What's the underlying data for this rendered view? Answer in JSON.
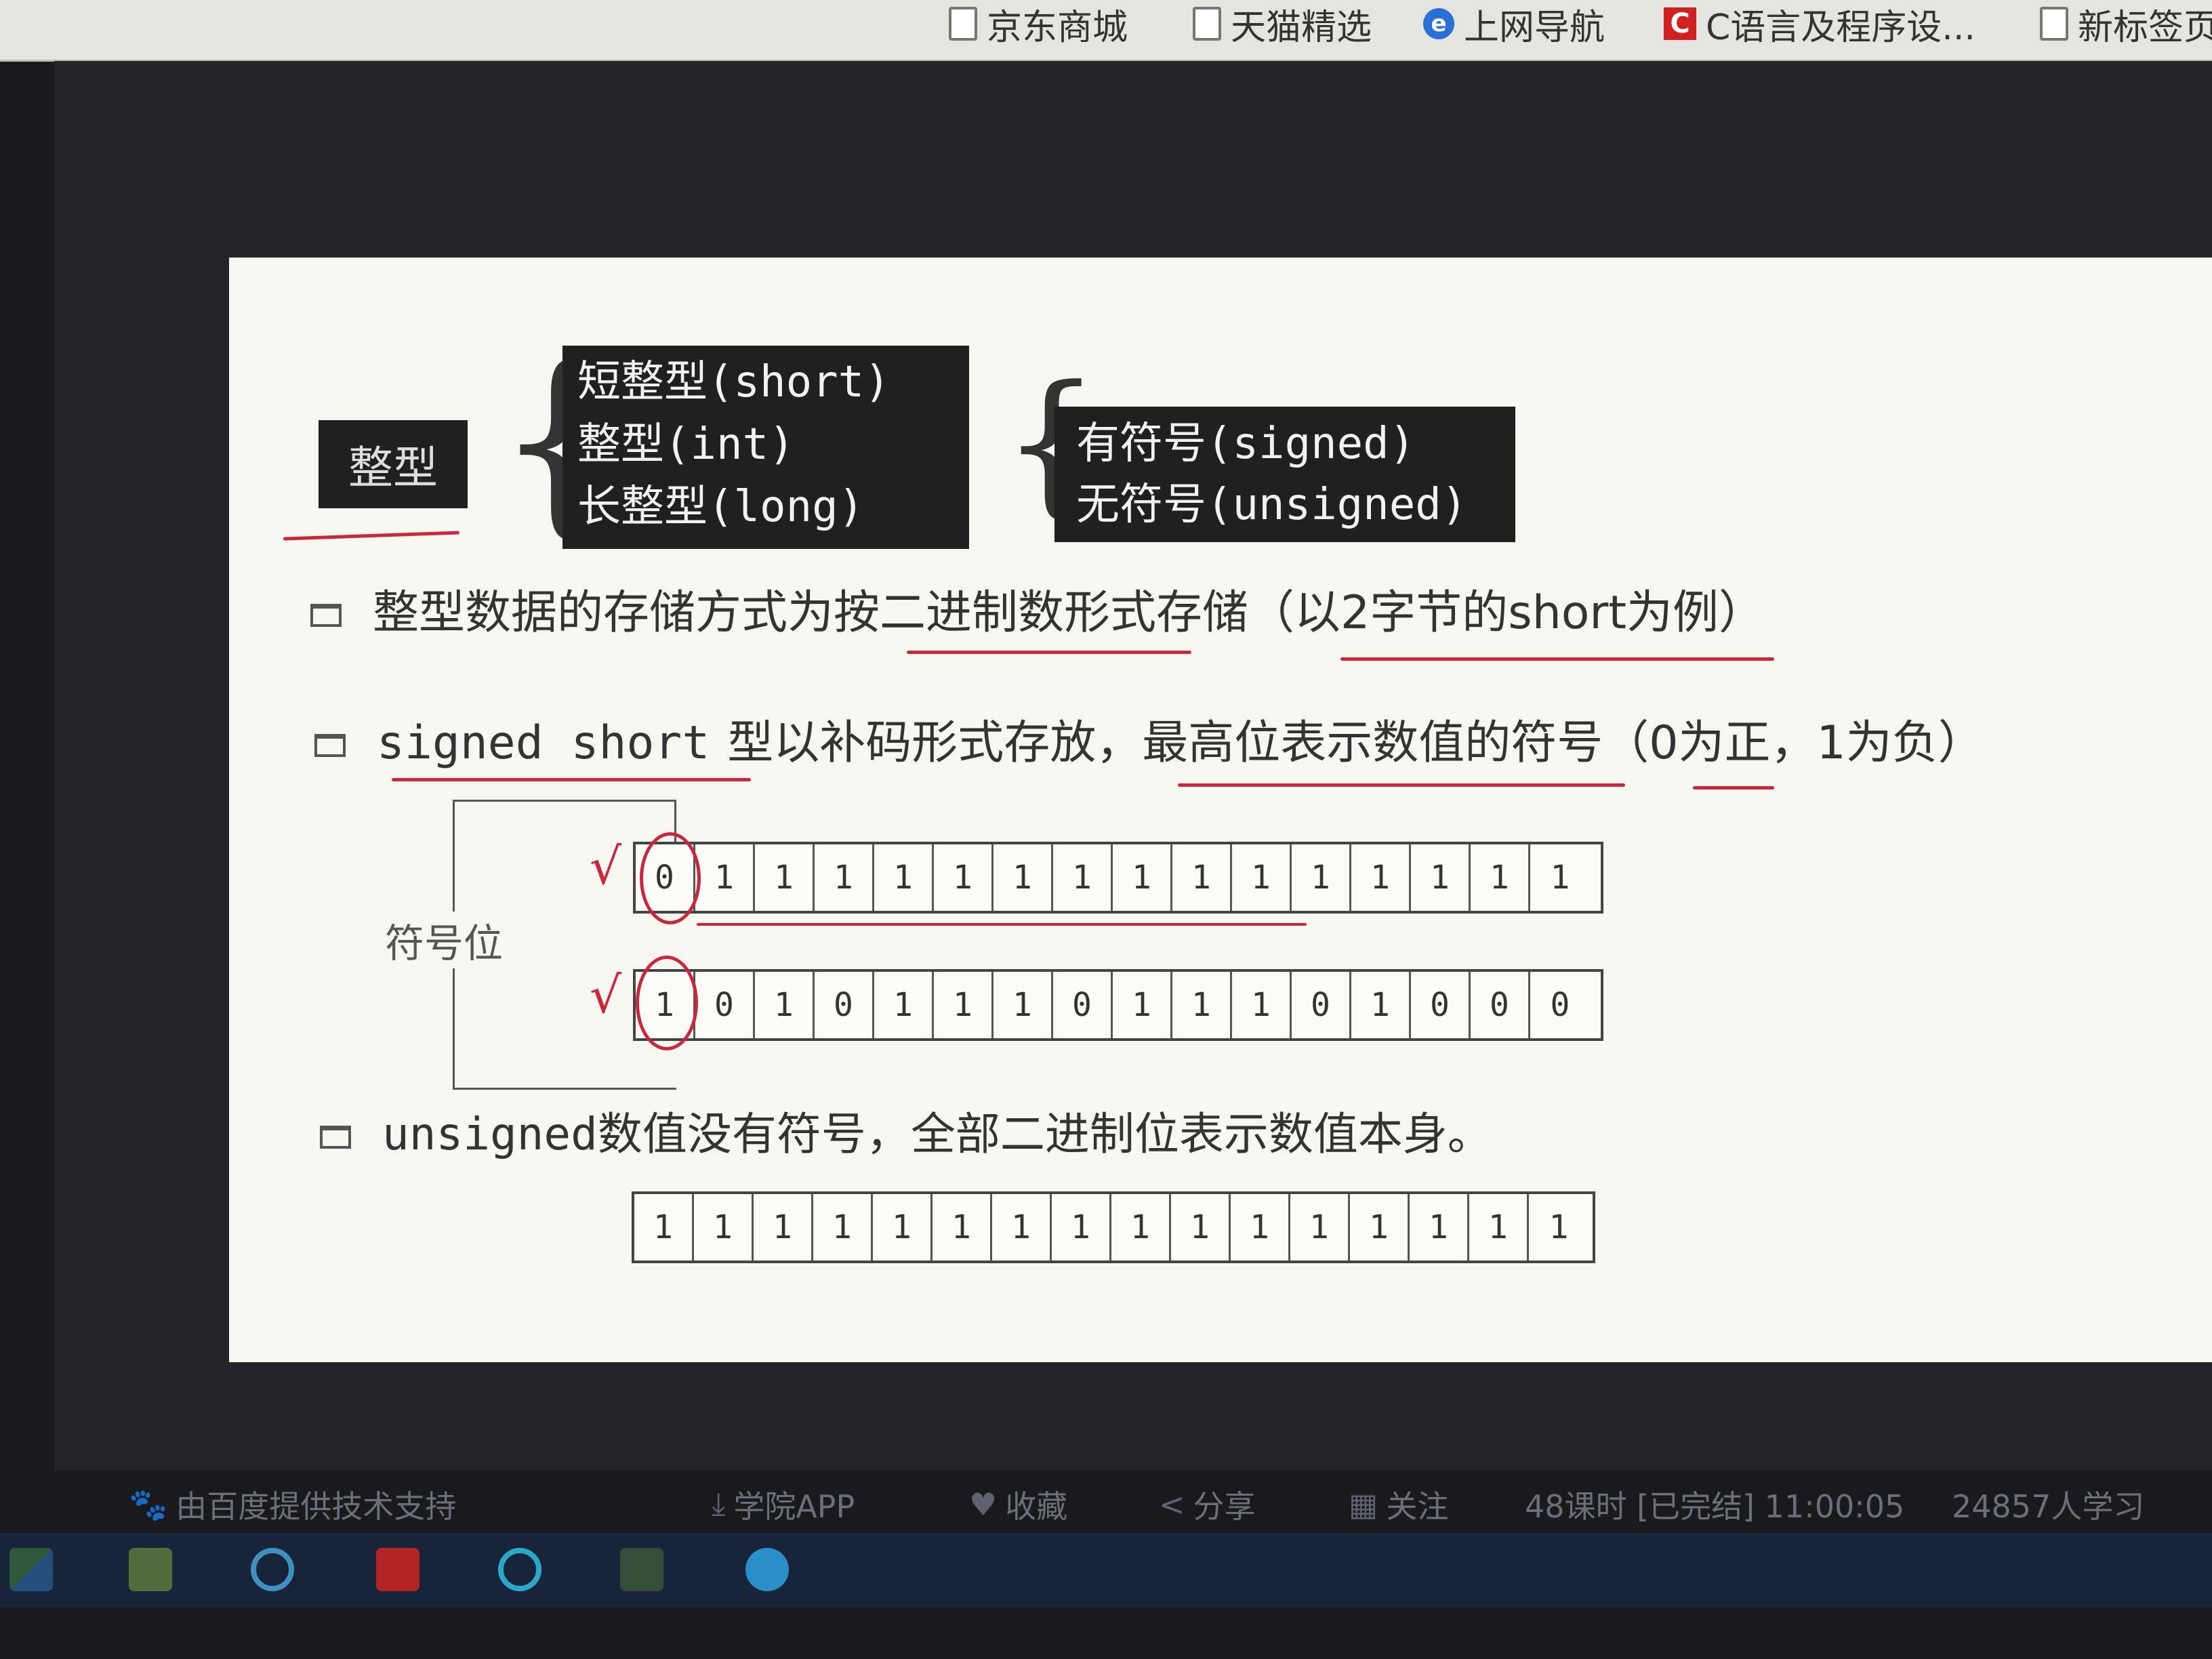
{
  "browser": {
    "bookmarks": [
      {
        "label": "京东商城",
        "icon": "page-icon"
      },
      {
        "label": "天猫精选",
        "icon": "page-icon"
      },
      {
        "label": "上网导航",
        "icon": "ie-icon"
      },
      {
        "label": "C语言及程序设...",
        "icon": "c-logo-icon"
      },
      {
        "label": "新标签页",
        "icon": "page-icon"
      }
    ]
  },
  "slide": {
    "category_label": "整型",
    "size_types": [
      "短整型(short)",
      "整型(int)",
      "长整型(long)"
    ],
    "sign_types": [
      "有符号(signed)",
      "无符号(unsigned)"
    ],
    "bullet1": "整型数据的存储方式为按二进制数形式存储（以2字节的short为例）",
    "bullet2_code": "signed short",
    "bullet2_text": "型以补码形式存放，最高位表示数值的符号（0为正，1为负）",
    "sign_bit_label": "符号位",
    "signed_positive_bits": [
      "0",
      "1",
      "1",
      "1",
      "1",
      "1",
      "1",
      "1",
      "1",
      "1",
      "1",
      "1",
      "1",
      "1",
      "1",
      "1"
    ],
    "signed_negative_bits": [
      "1",
      "0",
      "1",
      "0",
      "1",
      "1",
      "1",
      "0",
      "1",
      "1",
      "1",
      "0",
      "1",
      "0",
      "0",
      "0"
    ],
    "bullet3_code": "unsigned",
    "bullet3_text": "数值没有符号，全部二进制位表示数值本身。",
    "unsigned_bits": [
      "1",
      "1",
      "1",
      "1",
      "1",
      "1",
      "1",
      "1",
      "1",
      "1",
      "1",
      "1",
      "1",
      "1",
      "1",
      "1"
    ],
    "highlight_color": "#c8283c"
  },
  "player_bar": {
    "provider": "由百度提供技术支持",
    "app": "学院APP",
    "favorite": "收藏",
    "share": "分享",
    "follow": "关注",
    "course_info": "48课时 [已完结] 11:00:05",
    "learners": "24857人学习"
  },
  "taskbar": {
    "icons": [
      "windows-start-icon",
      "home-icon",
      "ie-icon",
      "pdf-icon",
      "360-icon",
      "rss-icon",
      "kugou-icon"
    ]
  }
}
